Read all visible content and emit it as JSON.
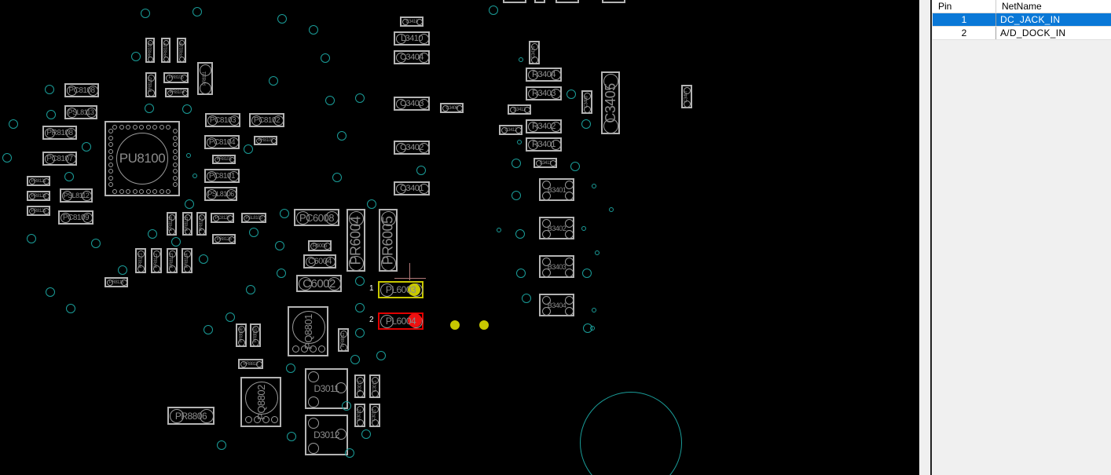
{
  "pcb": {
    "components": [
      "PU8100",
      "PC8108",
      "PSL8113",
      "PR8108",
      "PC8107",
      "PR8122",
      "PR8123",
      "PR8125",
      "PSL8112",
      "PC8109",
      "PC8103",
      "PC8102",
      "PC8104",
      "PR8102",
      "PR8103",
      "PC8101",
      "PSL8106",
      "PR8106",
      "PR8107",
      "PR8105",
      "PR8104",
      "PR8109",
      "PR8110",
      "PR8111",
      "PC8127",
      "PSL8100",
      "PR8126",
      "PR8118",
      "PR8119",
      "PR8120",
      "PR8121",
      "PR8112",
      "PR8113",
      "PR8114",
      "PR8115",
      "PC6008",
      "PR6004",
      "PR6005",
      "R6006",
      "C6004",
      "C6002",
      "PL6003",
      "PL6004",
      "PQ8801",
      "PR8808",
      "PR8810",
      "PR8811",
      "PR8812",
      "PR8806",
      "PQ8802",
      "D3011",
      "D3012",
      "R3011",
      "C3011",
      "R3012",
      "C3012",
      "C3410",
      "L3410",
      "C3404",
      "C3403",
      "C3406",
      "C3402",
      "C3401",
      "C3414",
      "R3404",
      "R3403",
      "C3408",
      "C3413",
      "R3402",
      "C3412",
      "R3401",
      "C3411",
      "C3405",
      "C3407",
      "B3401",
      "B3402",
      "B3403",
      "B3404"
    ],
    "selected_pin_labels": [
      "1",
      "2"
    ],
    "colors": {
      "via": "#1a9c98",
      "outline": "#b4b4b4",
      "highlight_yellow": "#c8c800",
      "highlight_red": "#e00000"
    }
  },
  "net_table": {
    "headers": {
      "pin": "Pin",
      "net": "NetName"
    },
    "rows": [
      {
        "pin": "1",
        "net": "DC_JACK_IN",
        "selected": true
      },
      {
        "pin": "2",
        "net": "A/D_DOCK_IN",
        "selected": false
      }
    ]
  }
}
